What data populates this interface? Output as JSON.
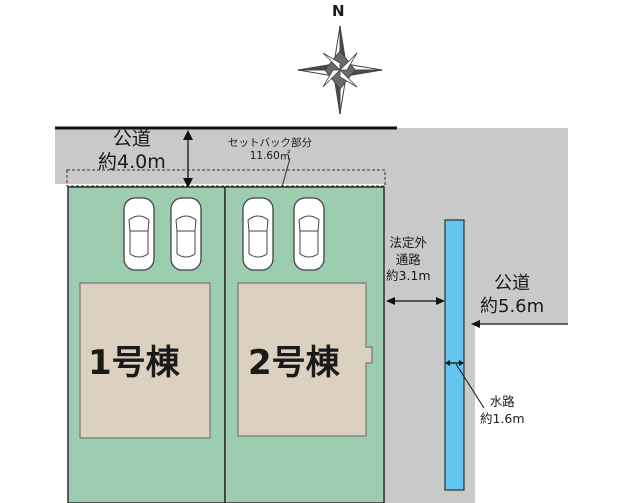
{
  "compass": {
    "north_label": "N"
  },
  "road_top": {
    "name": "公道",
    "width": "約4.0m"
  },
  "setback": {
    "label": "セットバック部分",
    "area": "11.60㎡"
  },
  "private_road": {
    "line1": "法定外",
    "line2": "通路",
    "width": "約3.1m"
  },
  "road_right": {
    "name": "公道",
    "width": "約5.6m"
  },
  "waterway": {
    "name": "水路",
    "width": "約1.6m"
  },
  "lots": [
    {
      "building": "1号棟",
      "parking_spaces": 2
    },
    {
      "building": "2号棟",
      "parking_spaces": 2
    }
  ],
  "colors": {
    "road": "#c9c9ca",
    "lot": "#9dcdb0",
    "building": "#dcd0bf",
    "water": "#62c6f1",
    "outline": "#2f2f2f"
  }
}
